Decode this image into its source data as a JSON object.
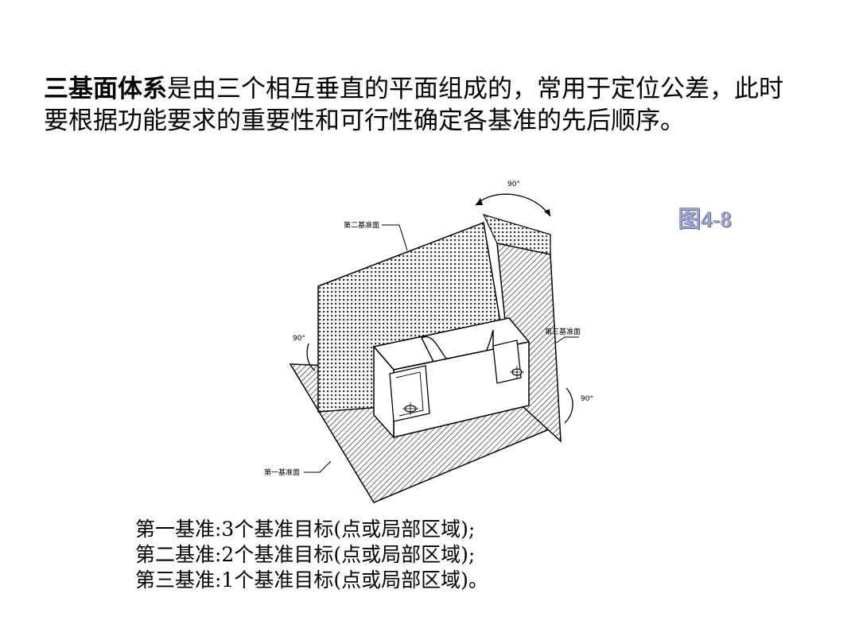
{
  "intro": {
    "bold_term": "三基面体系",
    "text": "是由三个相互垂直的平面组成的，常用于定位公差，此时要根据功能要求的重要性和可行性确定各基准的先后顺序。"
  },
  "figure_label": "图4-8",
  "diagram": {
    "angle_top": "90°",
    "angle_left": "90°",
    "angle_right": "90°",
    "label_second": "第二基准面",
    "label_third": "第三基准面",
    "label_first": "第一基准面"
  },
  "datums": [
    "第一基准:3个基准目标(点或局部区域);",
    "第二基准:2个基准目标(点或局部区域);",
    "第三基准:1个基准目标(点或局部区域)。"
  ]
}
